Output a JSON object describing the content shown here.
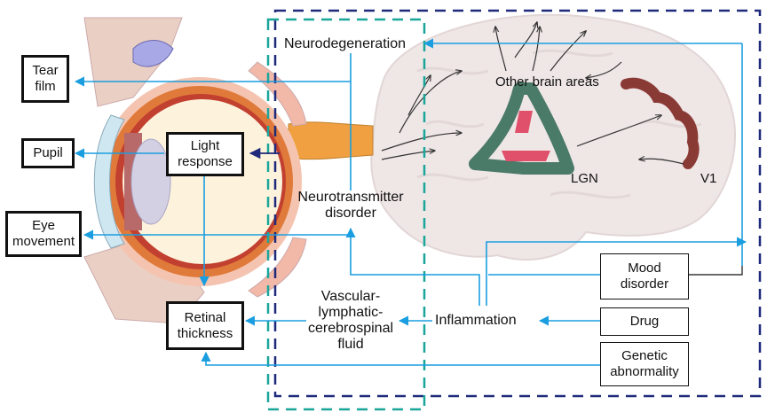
{
  "labels": {
    "tear_film": "Tear\nfilm",
    "pupil": "Pupil",
    "light_response": "Light\nresponse",
    "eye_movement": "Eye\nmovement",
    "retinal_thickness": "Retinal\nthickness",
    "neurodegeneration": "Neurodegeneration",
    "neurotransmitter_disorder": "Neurotransmitter\ndisorder",
    "vascular_lymphatic": "Vascular-\nlymphatic-\ncerebrospinal\nfluid",
    "inflammation": "Inflammation",
    "other_brain_areas": "Other brain areas",
    "lgn": "LGN",
    "v1": "V1",
    "mood_disorder": "Mood\ndisorder",
    "drug": "Drug",
    "genetic_abnormality": "Genetic\nabnormality"
  },
  "colors": {
    "arrow_blue": "#1a9ee0",
    "dash_navy": "#1f2a7a",
    "dash_teal": "#1aa69a",
    "lgn_green": "#4a7a68",
    "lgn_pink": "#e0506a",
    "v1_brown": "#8a3a34",
    "brain_fill": "#efe6e6",
    "skin": "#ead0c4",
    "sclera_orange": "#e07a3a",
    "lens_purple": "#d4d0e4"
  }
}
